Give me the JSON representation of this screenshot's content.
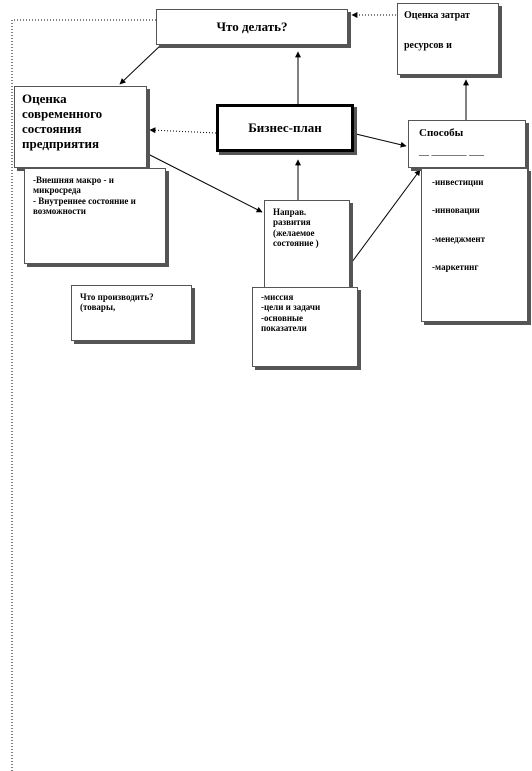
{
  "nodes": {
    "what_to_do": "Что делать?",
    "cost_estimate_line1": "Оценка затрат",
    "cost_estimate_line2": "ресурсов и",
    "current_state": "Оценка современного состояния предприятия",
    "business_plan": "Бизнес-план",
    "methods": "Способы",
    "methods_rule": "__ _______ ___",
    "environment": "-Внешняя  макро -  и микросреда\n- Внутреннее состояние и возможности",
    "direction": "Направ. развития (желаемое состояние )",
    "what_to_produce": "Что производить? (товары,",
    "mission": "-миссия\n-цели  и задачи\n-основные показатели"
  },
  "methods_list": [
    "-инвестиции",
    "-инновации",
    "-менеджмент",
    "-маркетинг"
  ],
  "colors": {
    "line": "#000000",
    "shadow": "#555555"
  }
}
